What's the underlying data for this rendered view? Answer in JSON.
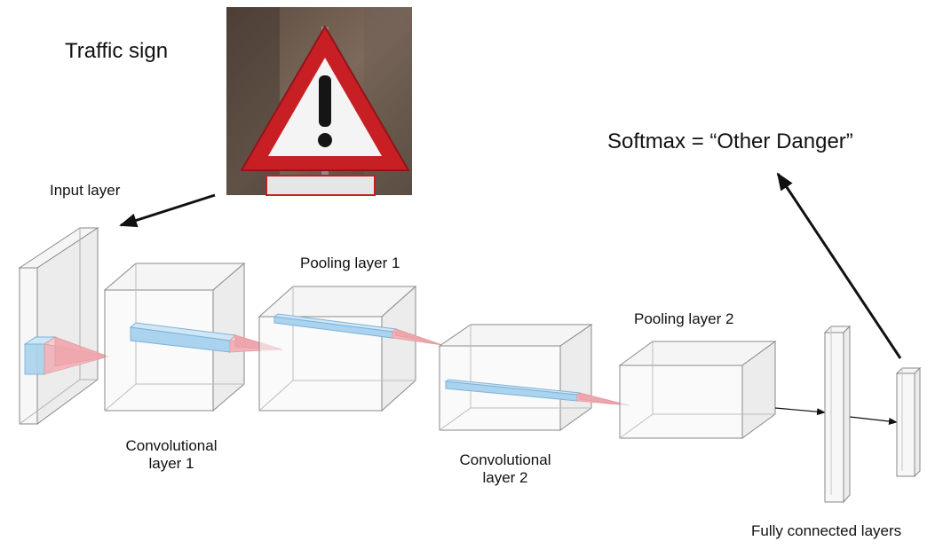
{
  "labels": {
    "traffic_sign": "Traffic sign",
    "input_layer": "Input layer",
    "pooling_layer_1": "Pooling layer 1",
    "pooling_layer_2": "Pooling layer 2",
    "conv_layer_1_line1": "Convolutional",
    "conv_layer_1_line2": "layer 1",
    "conv_layer_2_line1": "Convolutional",
    "conv_layer_2_line2": "layer 2",
    "softmax": "Softmax = “Other Danger”",
    "fully_connected": "Fully connected layers"
  },
  "colors": {
    "box_edge": "#8a8a8a",
    "box_fill": "#f3f3f3",
    "filter_blue": "#a9d3ee",
    "kernel_pink": "#f2b3b8",
    "sign_red": "#c81f24",
    "arrow": "#111111"
  }
}
